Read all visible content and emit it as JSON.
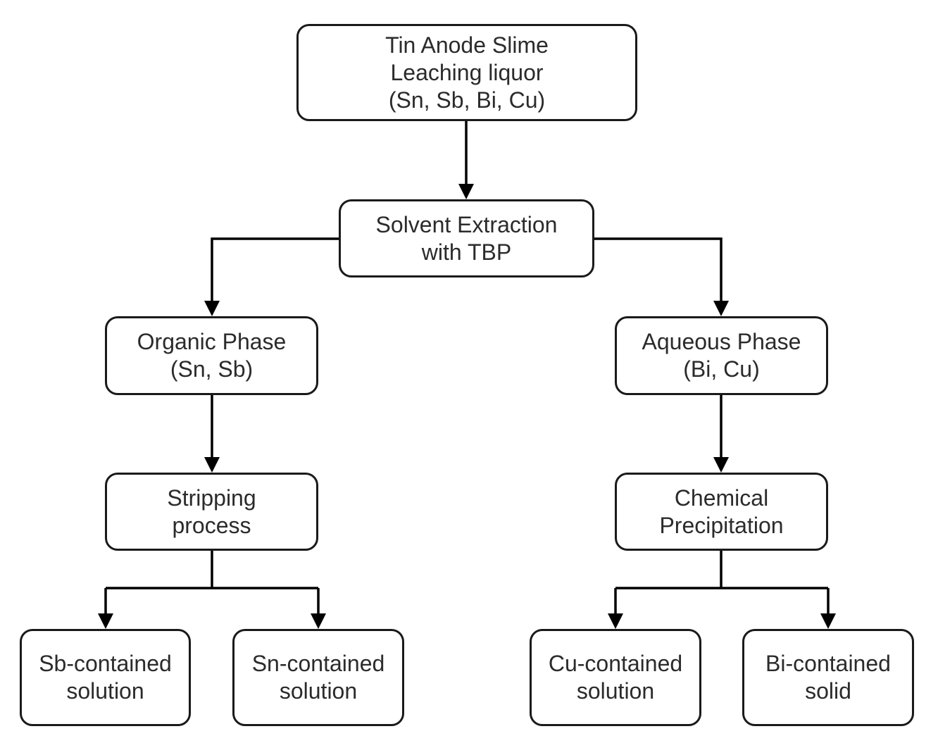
{
  "diagram": {
    "nodes": {
      "leach": {
        "text": "Tin Anode Slime\nLeaching liquor\n(Sn, Sb, Bi, Cu)"
      },
      "extract": {
        "text": "Solvent Extraction\nwith TBP"
      },
      "organic": {
        "text": "Organic Phase\n(Sn, Sb)"
      },
      "aqueous": {
        "text": "Aqueous Phase\n(Bi, Cu)"
      },
      "stripping": {
        "text": "Stripping\nprocess"
      },
      "precip": {
        "text": "Chemical\nPrecipitation"
      },
      "sb": {
        "text": "Sb-contained\nsolution"
      },
      "sn": {
        "text": "Sn-contained\nsolution"
      },
      "cu": {
        "text": "Cu-contained\nsolution"
      },
      "bi": {
        "text": "Bi-contained\nsolid"
      }
    },
    "edges": [
      {
        "from": "leach",
        "to": "extract"
      },
      {
        "from": "extract",
        "to": "organic"
      },
      {
        "from": "extract",
        "to": "aqueous"
      },
      {
        "from": "organic",
        "to": "stripping"
      },
      {
        "from": "aqueous",
        "to": "precip"
      },
      {
        "from": "stripping",
        "to": "sb"
      },
      {
        "from": "stripping",
        "to": "sn"
      },
      {
        "from": "precip",
        "to": "cu"
      },
      {
        "from": "precip",
        "to": "bi"
      }
    ],
    "colors": {
      "border": "#1a1a1a",
      "text": "#2b2b2b",
      "arrow": "#000000",
      "background": "#ffffff"
    }
  }
}
